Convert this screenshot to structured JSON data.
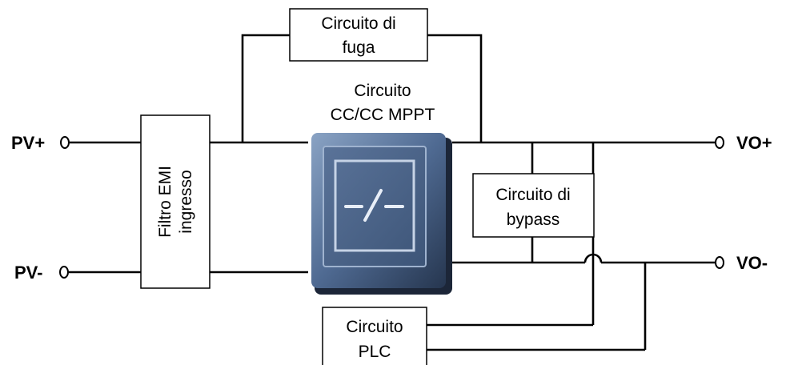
{
  "terminals": {
    "pv_plus": "PV+",
    "pv_minus": "PV-",
    "vo_plus": "VO+",
    "vo_minus": "VO-"
  },
  "blocks": {
    "leakage": {
      "line1": "Circuito di",
      "line2": "fuga"
    },
    "dcdc": {
      "line1": "Circuito",
      "line2": "CC/CC MPPT",
      "symbol": "—/—"
    },
    "emi": {
      "line1": "Filtro EMI",
      "line2": "ingresso"
    },
    "bypass": {
      "line1": "Circuito di",
      "line2": "bypass"
    },
    "plc": {
      "line1": "Circuito",
      "line2": "PLC"
    }
  }
}
